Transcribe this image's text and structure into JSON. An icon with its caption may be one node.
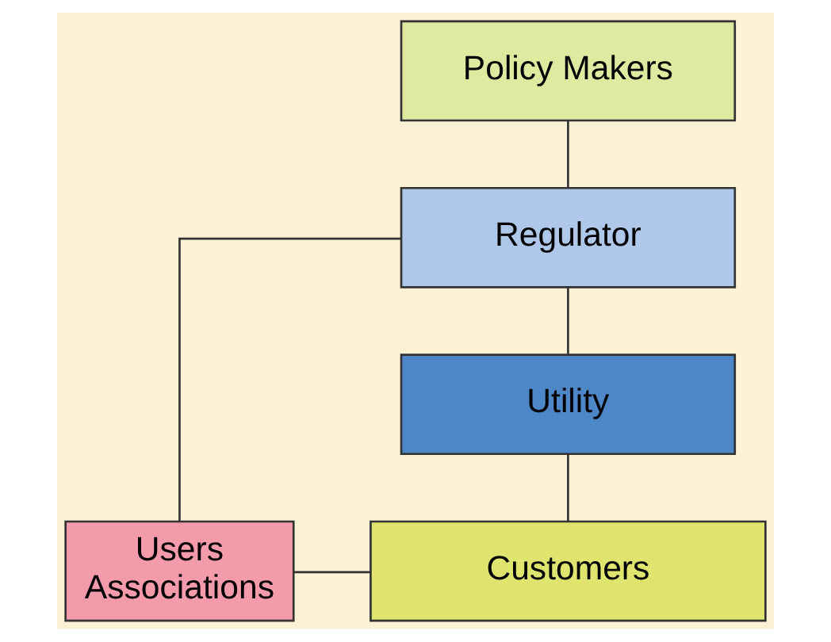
{
  "diagram": {
    "nodes": [
      {
        "text": [
          "Policy Makers"
        ]
      },
      {
        "text": [
          "Regulator"
        ]
      },
      {
        "text": [
          "Utility"
        ]
      },
      {
        "text": [
          "Users Associations"
        ]
      },
      {
        "text": [
          "Customers"
        ]
      }
    ],
    "edges": [
      {
        "from": 0,
        "to": 1,
        "arrow": "none"
      },
      {
        "from": 1,
        "to": 2,
        "arrow": "none"
      },
      {
        "from": 2,
        "to": 4,
        "arrow": "none"
      },
      {
        "from": 1,
        "to": 3,
        "arrow": "none"
      },
      {
        "from": 3,
        "to": 4,
        "arrow": "none"
      }
    ]
  }
}
